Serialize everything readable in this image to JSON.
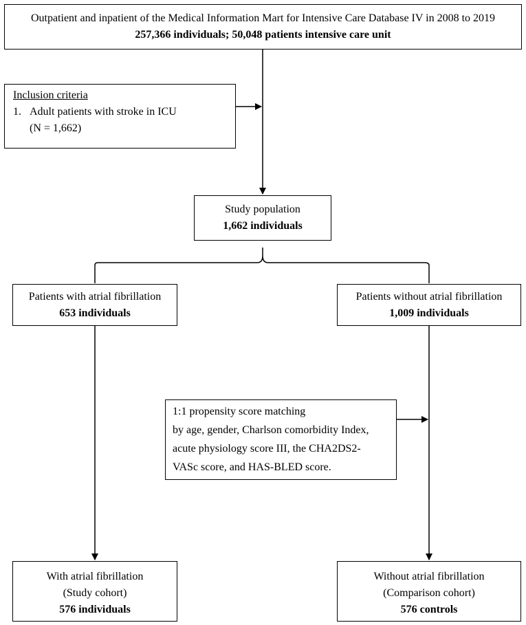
{
  "source": {
    "line1": "Outpatient and inpatient of the Medical Information Mart for Intensive Care Database IV in 2008 to 2019",
    "line2": "257,366 individuals; 50,048 patients intensive care unit"
  },
  "inclusion": {
    "heading": "Inclusion criteria",
    "item_number": "1.",
    "item_text": "Adult patients with stroke in ICU",
    "item_count": "(N = 1,662)"
  },
  "study_population": {
    "label": "Study population",
    "count": "1,662 individuals"
  },
  "af_group": {
    "label": "Patients with atrial fibrillation",
    "count": "653 individuals"
  },
  "non_af_group": {
    "label": "Patients without atrial fibrillation",
    "count": "1,009 individuals"
  },
  "matching": {
    "line1": "1:1 propensity score matching",
    "line2": "by age, gender, Charlson comorbidity Index,",
    "line3": "acute physiology score III, the CHA2DS2-",
    "line4": "VASc score, and HAS-BLED score."
  },
  "study_cohort": {
    "label": "With atrial fibrillation",
    "sub": "(Study cohort)",
    "count": "576 individuals"
  },
  "comparison_cohort": {
    "label": "Without atrial fibrillation",
    "sub": "(Comparison cohort)",
    "count": "576 controls"
  }
}
